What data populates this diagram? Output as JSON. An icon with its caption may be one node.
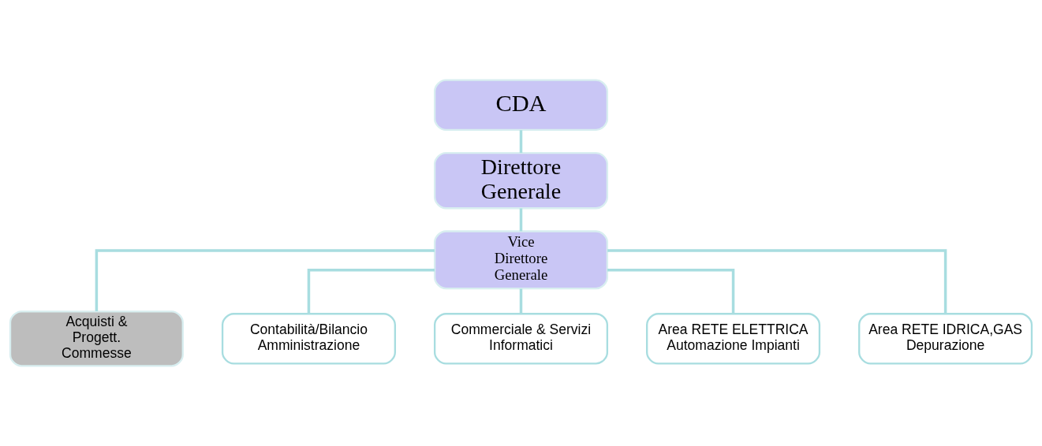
{
  "diagram": {
    "nodes": [
      {
        "text": [
          "CDA"
        ]
      },
      {
        "text": [
          "Direttore Generale"
        ]
      },
      {
        "text": [
          "Vice Direttore Generale"
        ]
      },
      {
        "text": [
          "Acquisti & Progett. Commesse"
        ]
      },
      {
        "text": [
          "Contabilità/Bilancio Amministrazione"
        ]
      },
      {
        "text": [
          "Commerciale & Servizi Informatici"
        ]
      },
      {
        "text": [
          "Area RETE ELETTRICA Automazione Impianti"
        ]
      },
      {
        "text": [
          "Area RETE IDRICA,GAS Depurazione"
        ]
      }
    ],
    "edges": [
      {
        "from": 0,
        "to": 1,
        "arrow": "none"
      },
      {
        "from": 1,
        "to": 2,
        "arrow": "none"
      },
      {
        "from": 2,
        "to": 3,
        "arrow": "none"
      },
      {
        "from": 2,
        "to": 4,
        "arrow": "none"
      },
      {
        "from": 2,
        "to": 5,
        "arrow": "none"
      },
      {
        "from": 2,
        "to": 6,
        "arrow": "none"
      },
      {
        "from": 2,
        "to": 7,
        "arrow": "none"
      }
    ]
  }
}
